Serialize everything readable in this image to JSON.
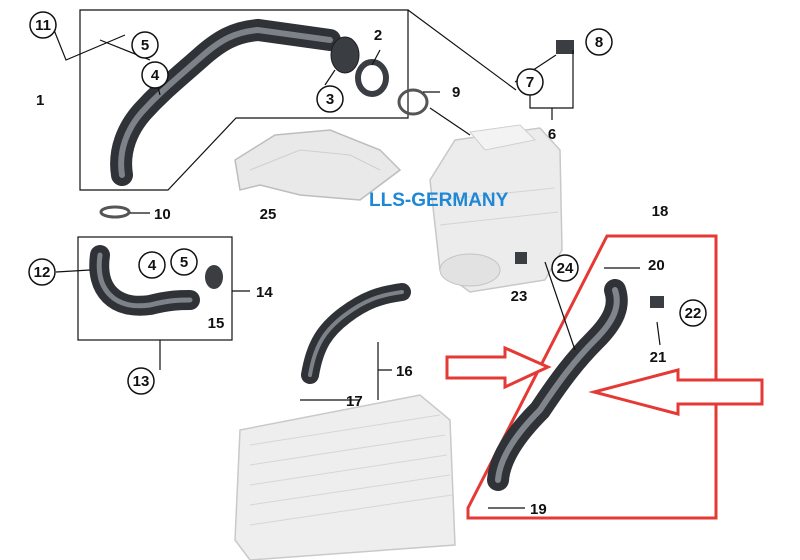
{
  "watermark": "LLS-GERMANY",
  "callouts": {
    "c1": "1",
    "c2": "2",
    "c3": "3",
    "c4a": "4",
    "c4b": "4",
    "c5a": "5",
    "c5b": "5",
    "c6": "6",
    "c7": "7",
    "c8": "8",
    "c9": "9",
    "c10": "10",
    "c11": "11",
    "c12": "12",
    "c13": "13",
    "c14": "14",
    "c15": "15",
    "c16": "16",
    "c17": "17",
    "c18": "18",
    "c19": "19",
    "c20": "20",
    "c21": "21",
    "c22": "22",
    "c23": "23",
    "c24": "24",
    "c25": "25"
  },
  "colors": {
    "highlight": "#e53935",
    "watermark": "#1e88d6",
    "part_dark": "#3a3d42",
    "part_light": "#e6e6e6"
  }
}
